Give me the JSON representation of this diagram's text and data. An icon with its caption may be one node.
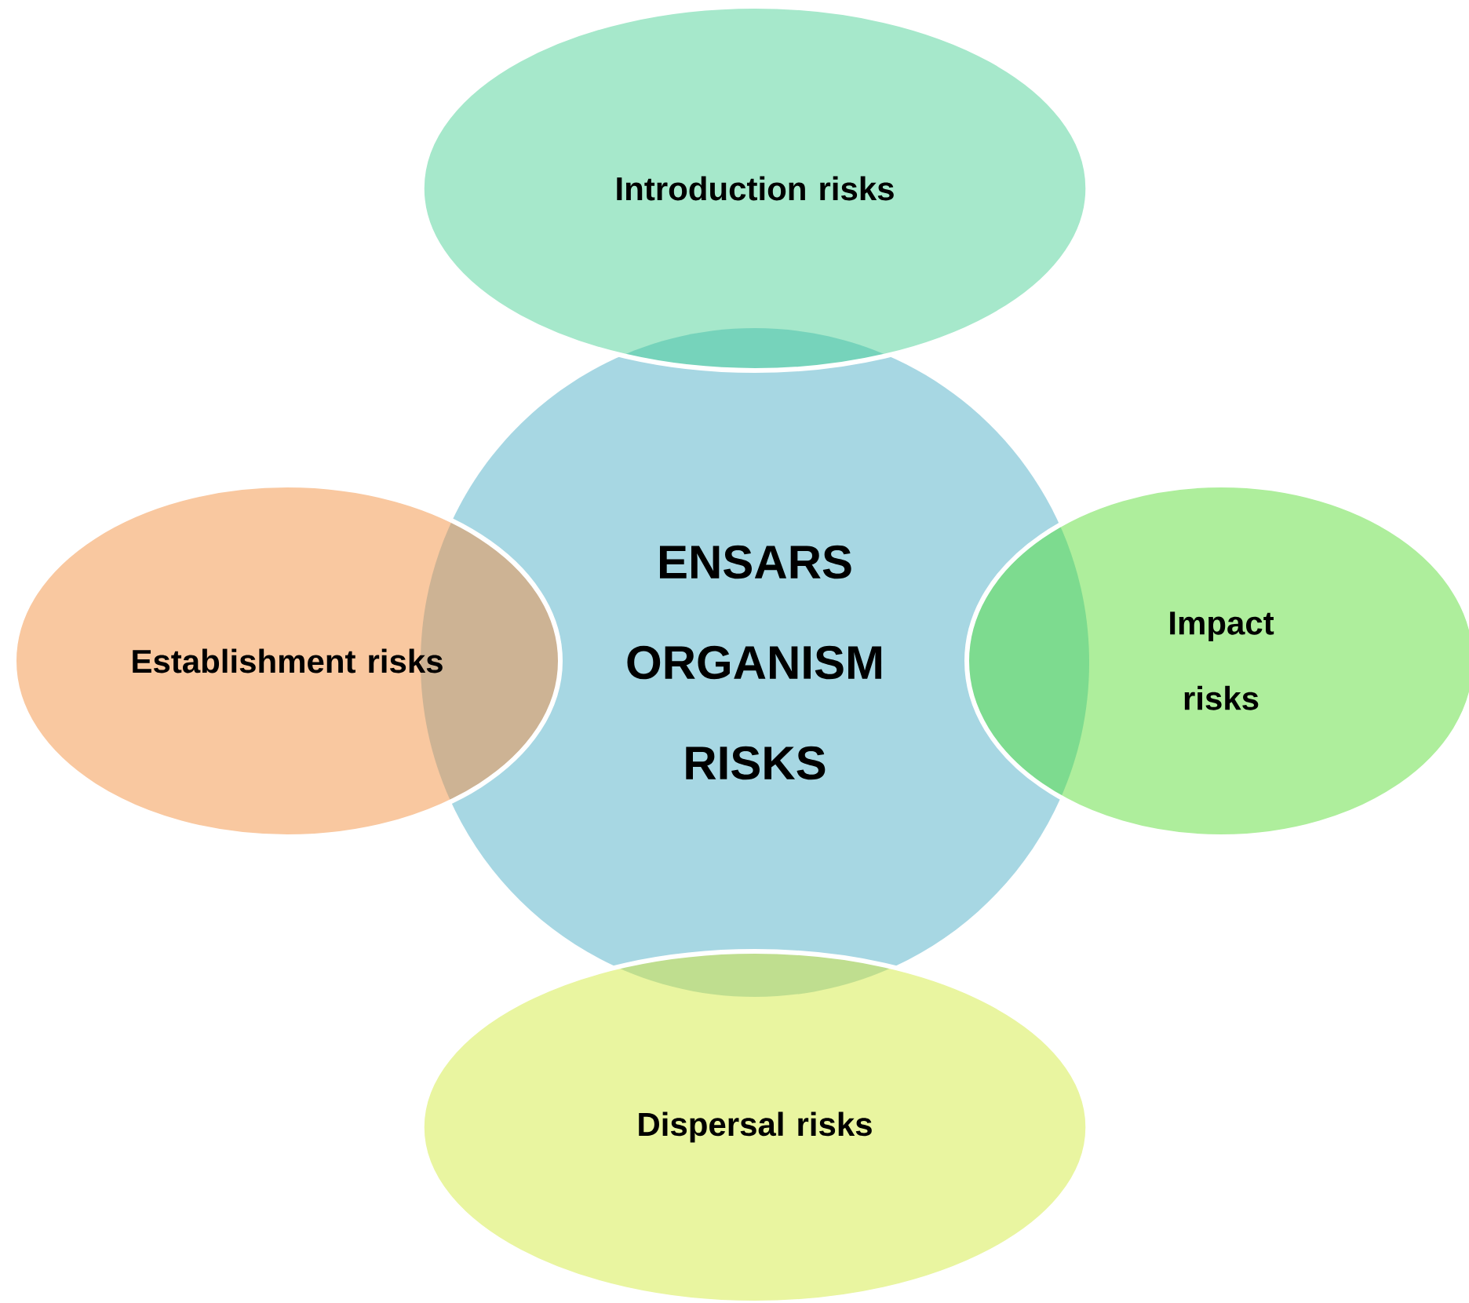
{
  "diagram": {
    "nodes": [
      {
        "text": [
          "Introduction risks"
        ]
      },
      {
        "text": [
          "Establishment risks"
        ]
      },
      {
        "text": [
          "ENSARS ORGANISM RISKS"
        ]
      },
      {
        "text": [
          "Impact risks"
        ]
      },
      {
        "text": [
          "Dispersal risks"
        ]
      }
    ]
  }
}
